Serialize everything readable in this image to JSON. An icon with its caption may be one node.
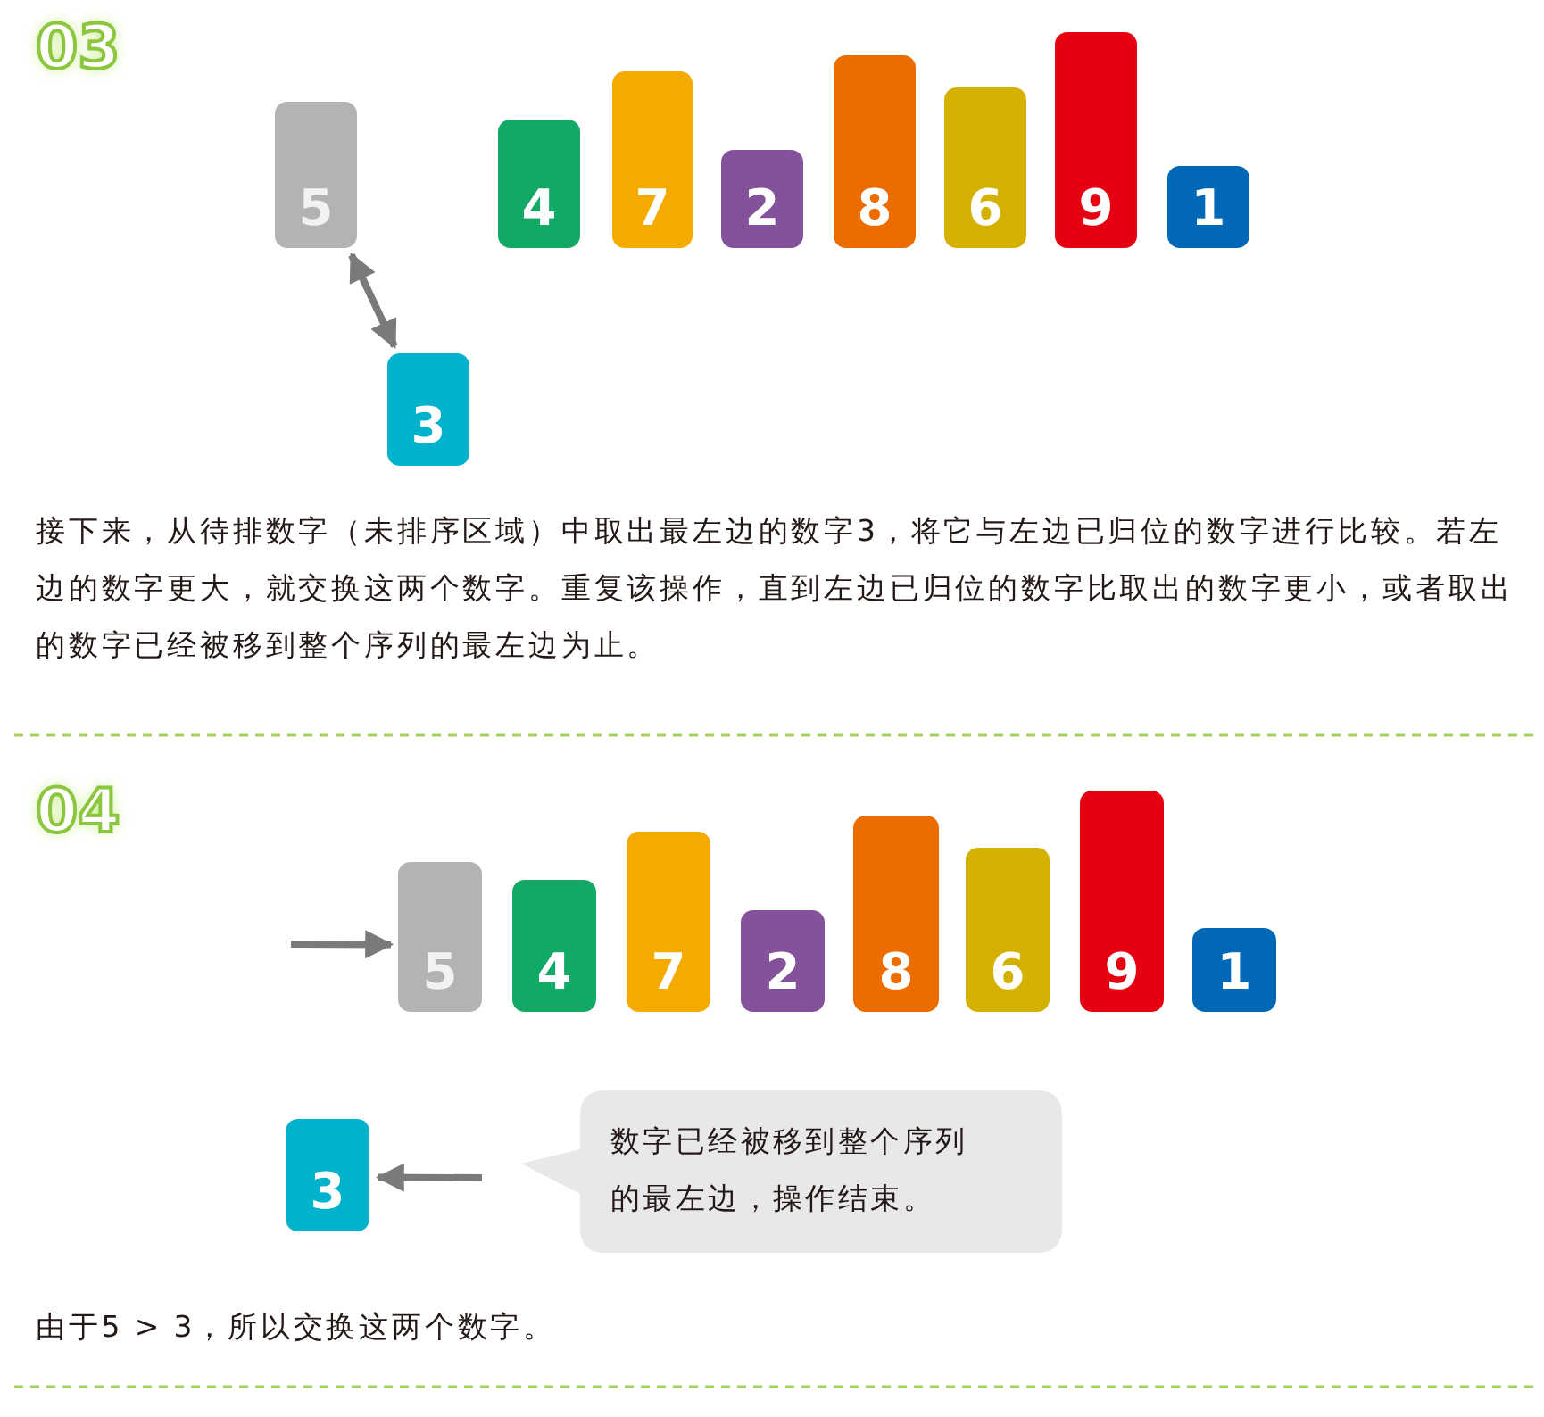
{
  "diagram": {
    "nodes": [
      {
        "text": [
          "5"
        ]
      },
      {
        "text": [
          "4"
        ]
      },
      {
        "text": [
          "7"
        ]
      },
      {
        "text": [
          "2"
        ]
      },
      {
        "text": [
          "8"
        ]
      },
      {
        "text": [
          "6"
        ]
      },
      {
        "text": [
          "9"
        ]
      },
      {
        "text": [
          "1"
        ]
      },
      {
        "text": [
          "3"
        ]
      },
      {
        "text": [
          "5"
        ]
      },
      {
        "text": [
          "4"
        ]
      },
      {
        "text": [
          "7"
        ]
      },
      {
        "text": [
          "2"
        ]
      },
      {
        "text": [
          "8"
        ]
      },
      {
        "text": [
          "6"
        ]
      },
      {
        "text": [
          "9"
        ]
      },
      {
        "text": [
          "1"
        ]
      },
      {
        "text": [
          "3"
        ]
      },
      {
        "text": [
          "数字已经被移到整个序列的最左边，操作结束。"
        ]
      }
    ],
    "edges": [
      {
        "from": 0,
        "to": 8,
        "arrow": "both"
      },
      {
        "from": null,
        "to": 9,
        "arrow": "to"
      },
      {
        "from": null,
        "to": 17,
        "arrow": "to"
      }
    ],
    "labels": [
      "03",
      "接下来，从待排数字（未排序区域）中取出最左边的数字3，将它与左边已归位的数字进行比较。若左边的数字更大，就交换这两个数字。重复该操作，直到左边已归位的数字比取出的数字更小，或者取出的数字已经被移到整个序列的最左边为止。",
      "04",
      "由于5 > 3，所以交换这两个数字。"
    ]
  }
}
